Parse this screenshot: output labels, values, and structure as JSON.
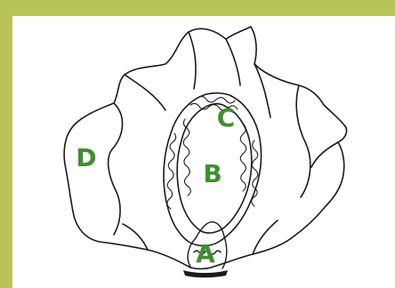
{
  "diagram": {
    "labels": {
      "a": "A",
      "b": "B",
      "c": "C",
      "d": "D"
    },
    "colors": {
      "background": "#b8c45a",
      "panel": "#ffffff",
      "label_green": "#3f8f2f",
      "line": "#1a1a1a"
    }
  }
}
